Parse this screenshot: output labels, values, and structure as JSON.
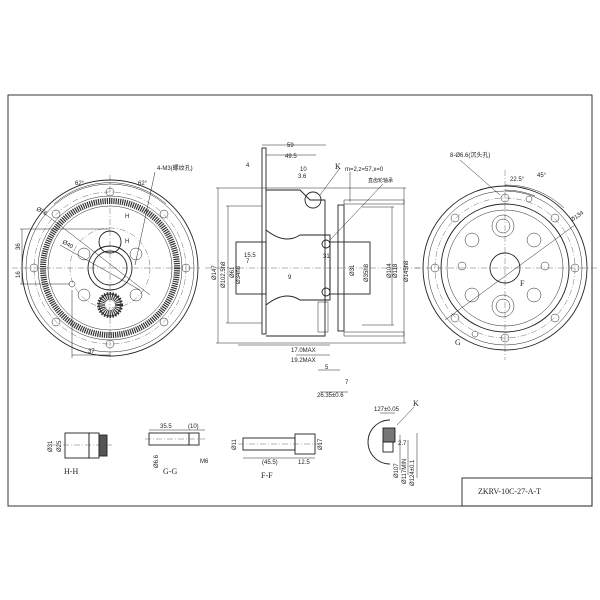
{
  "left_view": {
    "holes_label": "4-M3(螺纹孔)",
    "angle_left": "62°",
    "angle_right": "62°",
    "dia_outer": "Ø76",
    "dia_inner": "Ø40",
    "dim_36": "36",
    "dim_16": "16",
    "dim_37": "37",
    "section_h_top": "H",
    "section_h_bottom": "H"
  },
  "section_view": {
    "d59": "59",
    "d49_5": "49.5",
    "d4": "4",
    "d10": "10",
    "d3_6": "3.6",
    "k": "K",
    "gear": "m=2,z=57,x=0",
    "bearing": "直齿轮轴承",
    "d147": "Ø147",
    "d102": "Ø102.5h8",
    "d61": "Ø61",
    "d34": "Ø34h8",
    "d15_5": "15.5",
    "d7": "7",
    "d9": "9",
    "d31": "31",
    "dia31": "Ø31",
    "dia35": "Ø35h8",
    "d104": "Ø104",
    "d118": "Ø118",
    "d145": "Ø145h8",
    "max17": "17.0MAX",
    "max19": "19.2MAX",
    "d5": "5",
    "d7b": "7",
    "d26": "26.35±0.6"
  },
  "right_view": {
    "holes_label": "8-Ø6.6(沉头孔)",
    "angle_22": "22.5°",
    "angle_45": "45°",
    "dia134": "Ø134",
    "section_f": "F",
    "section_g": "G"
  },
  "section_hh": {
    "label": "H-H",
    "d31": "Ø31",
    "d25": "Ø25"
  },
  "section_gg": {
    "label": "G-G",
    "d35_5": "35.5",
    "d10": "(10)",
    "d6_6": "Ø6.6",
    "m6": "M6"
  },
  "section_ff": {
    "label": "F-F",
    "d11": "Ø11",
    "d17": "Ø17",
    "d45_5": "(45.5)",
    "d12_5": "12.5"
  },
  "detail_k": {
    "k": "K",
    "d127": "127±0.05",
    "d2_7": "2.7",
    "d107": "Ø107",
    "d117": "Ø117MIN",
    "d124": "Ø124±0.1"
  },
  "title_block": {
    "part_number": "ZKRV-10C-27-A-T"
  }
}
